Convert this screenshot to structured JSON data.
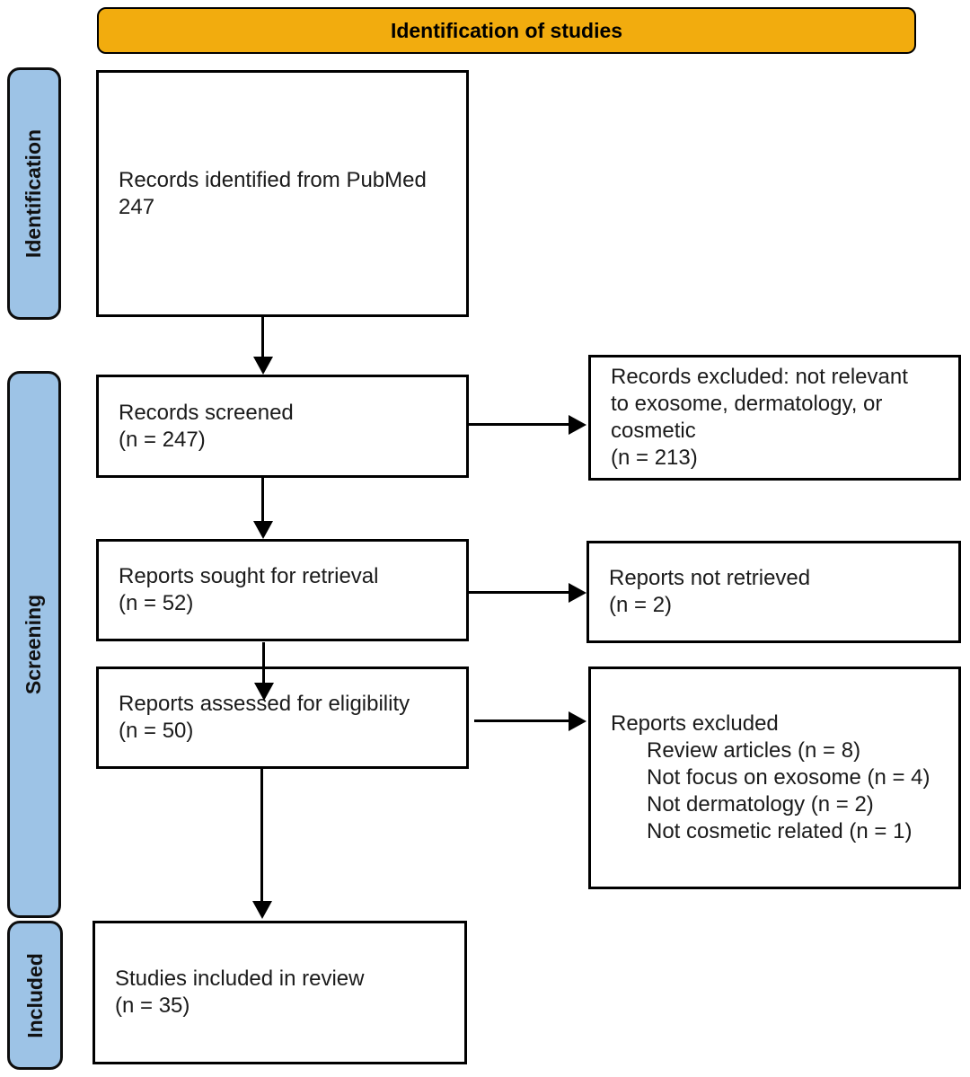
{
  "header": {
    "label": "Identification of studies"
  },
  "sidebar": {
    "stages": [
      {
        "label": "Identification"
      },
      {
        "label": "Screening"
      },
      {
        "label": "Included"
      }
    ]
  },
  "flow": {
    "main_boxes": [
      {
        "lines": [
          "Records identified from PubMed",
          "247"
        ]
      },
      {
        "lines": [
          "Records screened",
          "(n = 247)"
        ]
      },
      {
        "lines": [
          "Reports sought for retrieval",
          "(n = 52)"
        ]
      },
      {
        "lines": [
          "Reports assessed for eligibility",
          "(n = 50)"
        ]
      },
      {
        "lines": [
          "Studies included in review",
          "(n = 35)"
        ]
      }
    ],
    "side_boxes": [
      {
        "lines": [
          "Records excluded: not relevant",
          "to exosome, dermatology, or",
          "cosmetic",
          "(n = 213)"
        ]
      },
      {
        "lines": [
          "Reports not retrieved",
          "(n = 2)"
        ]
      },
      {
        "title": "Reports excluded",
        "items": [
          "Review articles (n = 8)",
          "Not focus on exosome (n = 4)",
          "Not dermatology (n = 2)",
          "Not cosmetic related (n = 1)"
        ]
      }
    ]
  },
  "colors": {
    "banner": "#F2AC0E",
    "stage": "#9DC3E6",
    "line": "#000000",
    "text": "#1B1B1B",
    "box_bg": "#FFFFFF"
  }
}
